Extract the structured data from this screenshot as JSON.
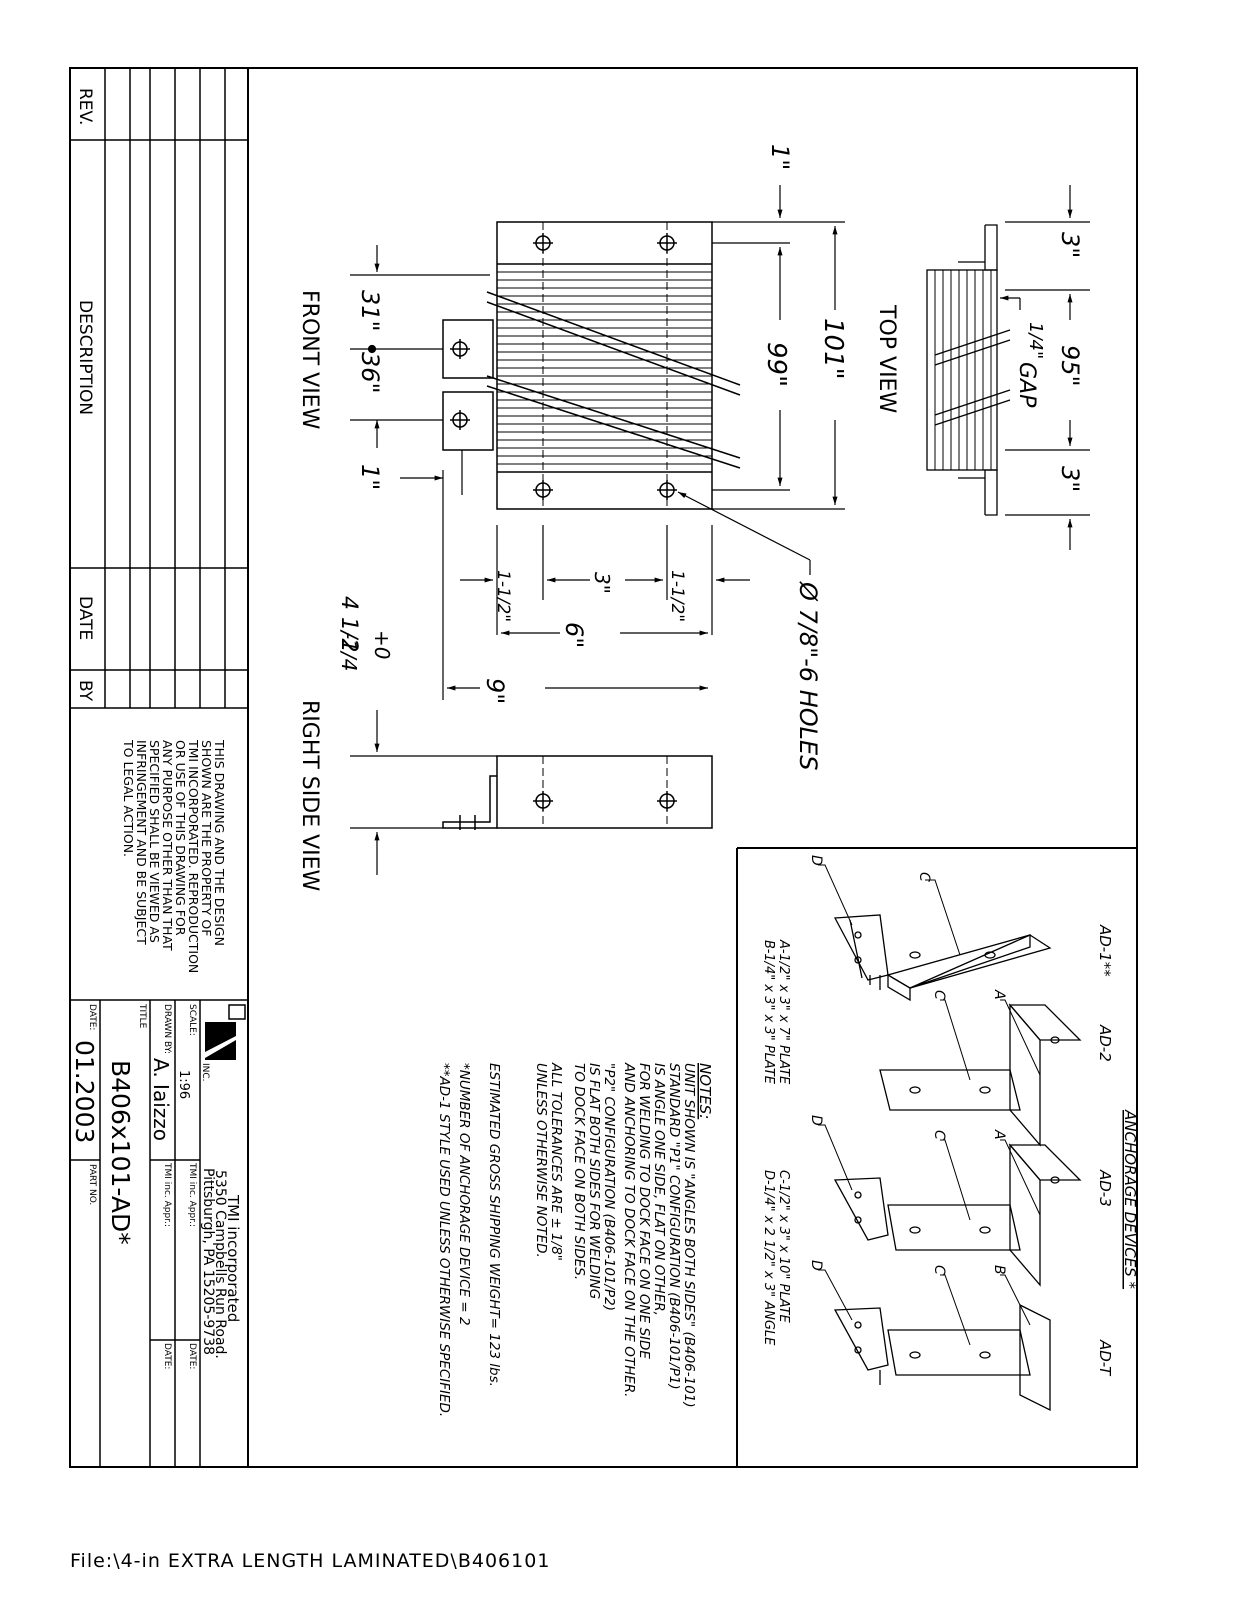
{
  "file_path": "File:\\4-in  EXTRA  LENGTH  LAMINATED\\B406101",
  "revision_block": {
    "rev_header": "REV.",
    "description_header": "DESCRIPTION",
    "date_header": "DATE",
    "by_header": "BY"
  },
  "legal_notice": [
    "THIS DRAWING AND THE DESIGN",
    "SHOWN ARE THE PROPERTY OF",
    "TMI INCORPORATED. REPRODUCTION",
    "OR USE OF THIS DRAWING FOR",
    "ANY PURPOSE OTHER THAN THAT",
    "SPECIFIED SHALL BE VIEWED AS",
    "INFRINGEMENT AND BE SUBJECT",
    "TO LEGAL ACTION."
  ],
  "title_block": {
    "inc_label": "INC.",
    "company_name": "TMI incorporated",
    "company_address_1": "5350 Campbells Run Road.",
    "company_address_2": "Pittsburgh, PA 15205-9738",
    "scale_label": "SCALE:",
    "scale_value": "1:96",
    "tmi_appr_label_1": "TMI inc. Appr.:",
    "date_label_1": "DATE:",
    "drawn_by_label": "DRAWN BY:",
    "drawn_by_value": "A. Iaizzo",
    "tmi_appr_label_2": "TMI inc. Appr.:",
    "date_label_2": "DATE:",
    "title_label": "TITLE",
    "title_value": "B406x101-AD*",
    "date_label": "DATE:",
    "date_value": "01.2003",
    "part_no_label": "PART NO."
  },
  "views": {
    "front_view": "FRONT VIEW",
    "top_view": "TOP VIEW",
    "right_side_view": "RIGHT SIDE VIEW"
  },
  "dimensions": {
    "d_1_top": "1\"",
    "d_101": "101\"",
    "d_99": "99\"",
    "d_31": "31\"",
    "d_36": "36\"",
    "d_1_bottom": "1\"",
    "d_1_half_a": "1-1/2\"",
    "d_3": "3\"",
    "d_1_half_b": "1-1/2\"",
    "d_6": "6\"",
    "d_9": "9\"",
    "d_tol_a": "4 1/2",
    "d_tol_b": "+0",
    "d_tol_c": "-1/4",
    "d_holes": "Ø 7/8\"-6 HOLES",
    "d_top_3a": "3\"",
    "d_top_95": "95\"",
    "d_top_gap_a": "1/4\"",
    "d_top_gap_b": "GAP",
    "d_top_3b": "3\""
  },
  "notes": {
    "heading": "NOTES:",
    "lines": [
      "UNIT SHOWN IS \"ANGLES BOTH SIDES\" (B406-101)",
      "STANDARD \"P1\" CONFIGURATION (B406-101/P1)",
      "IS ANGLE ONE SIDE, FLAT ON OTHER,",
      "FOR WELDING TO DOCK FACE ON ONE SIDE",
      "AND ANCHORING TO DOCK FACE ON THE OTHER.",
      "\"P2\" CONFIGURATION (B406-101/P2)",
      "IS FLAT BOTH SIDES FOR WELDING",
      "TO DOCK FACE ON BOTH SIDES.",
      "ALL TOLERANCES ARE ± 1/8\"",
      "UNLESS OTHERWISE NOTED."
    ],
    "weight_line": "ESTIMATED GROSS SHIPPING WEIGHT=  123    lbs.",
    "devices_line": "*NUMBER OF ANCHORAGE DEVICE =  2",
    "ad1_line": "**AD-1 STYLE USED UNLESS OTHERWISE SPECIFIED."
  },
  "anchorage": {
    "heading": "ANCHORAGE DEVICES *",
    "devices": [
      "AD-1**",
      "AD-2",
      "AD-3",
      "AD-T"
    ],
    "parts_a": "A-1/2\" x 3\" x 7\" PLATE",
    "parts_b": "B-1/4\" x 3\" x 3\" PLATE",
    "parts_c": "C-1/2\" x 3\" x 10\" PLATE",
    "parts_d": "D-1/4\" x 2 1/2\" x 3\"  ANGLE",
    "callouts": [
      "C",
      "D",
      "A",
      "C",
      "A",
      "C",
      "D",
      "B",
      "C",
      "D"
    ]
  }
}
